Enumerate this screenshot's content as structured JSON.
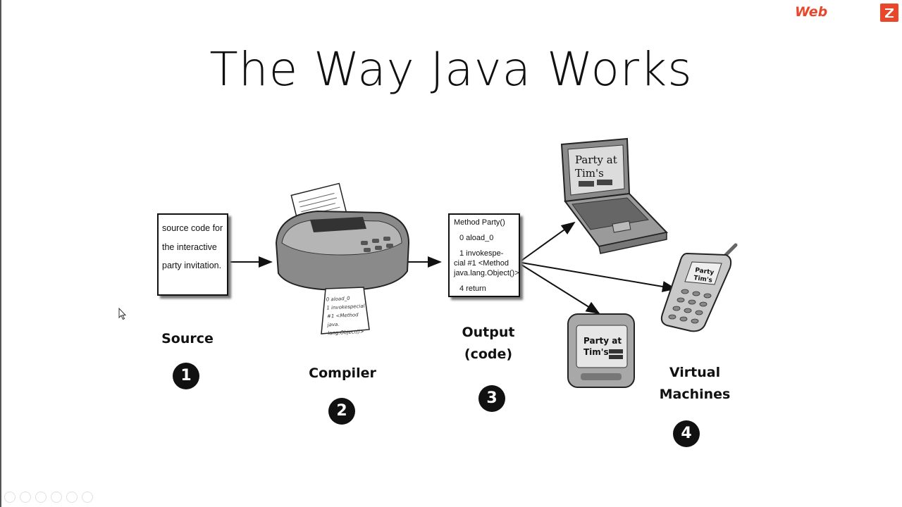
{
  "brand": {
    "text": "Web",
    "logo_icon": "z-logo-icon",
    "color": "#e8472a"
  },
  "slide": {
    "title": "The Way Java Works",
    "source": {
      "box_lines": [
        "source code for",
        "the interactive",
        "party invitation."
      ],
      "label": "Source",
      "number": "1"
    },
    "compiler": {
      "label": "Compiler",
      "number": "2",
      "paper_text": [
        "0 aload_0",
        "1 invokespecial",
        "#1 <Method java.",
        "lang.Object()>"
      ]
    },
    "output": {
      "box_lines": [
        "Method Party()",
        "0 aload_0",
        "1 invokespe-",
        "cial #1 <Method",
        "java.lang.Object()>",
        "4 return"
      ],
      "label_line1": "Output",
      "label_line2": "(code)",
      "number": "3"
    },
    "virtual_machines": {
      "label_line1": "Virtual",
      "label_line2": "Machines",
      "number": "4",
      "screen_text_line1": "Party at",
      "screen_text_line2": "Tim's"
    }
  },
  "toolbar_icons": [
    "prev-icon",
    "next-icon",
    "pen-icon",
    "slides-icon",
    "zoom-icon",
    "more-icon"
  ]
}
